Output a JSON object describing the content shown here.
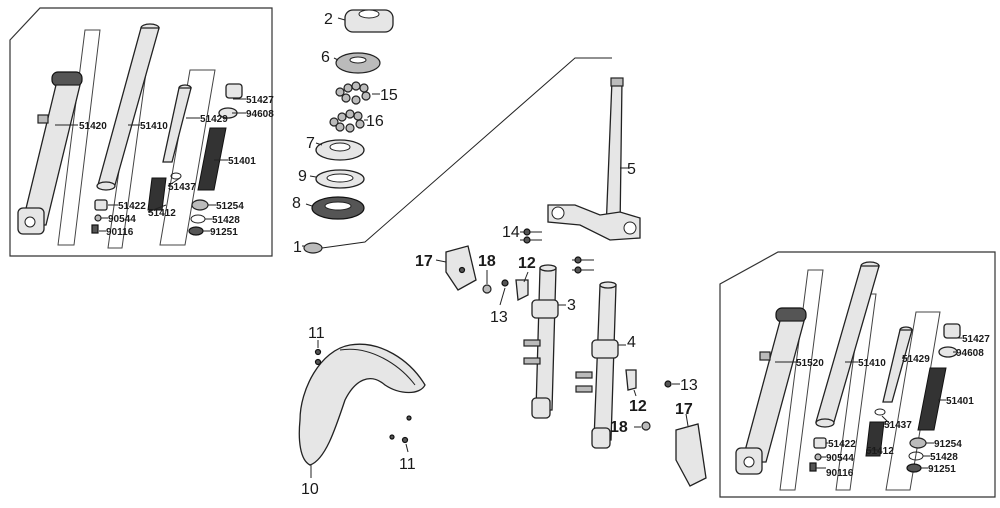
{
  "diagram": {
    "top_parts": [
      "2",
      "6",
      "15",
      "16",
      "7",
      "9",
      "8",
      "1"
    ],
    "center_parts": [
      "5",
      "14",
      "17",
      "18",
      "12",
      "13",
      "3",
      "4",
      "11",
      "10"
    ],
    "repeated_parts": [
      "13",
      "12",
      "17",
      "18",
      "11"
    ]
  },
  "left_panel": {
    "labels": [
      "51420",
      "51410",
      "51429",
      "51427",
      "94608",
      "51401",
      "51437",
      "51422",
      "90544",
      "51412",
      "51254",
      "51428",
      "90116",
      "91251"
    ]
  },
  "right_panel": {
    "labels": [
      "51520",
      "51410",
      "51429",
      "51427",
      "94608",
      "51401",
      "51437",
      "51422",
      "90544",
      "51412",
      "91254",
      "51428",
      "90116",
      "91251"
    ]
  }
}
